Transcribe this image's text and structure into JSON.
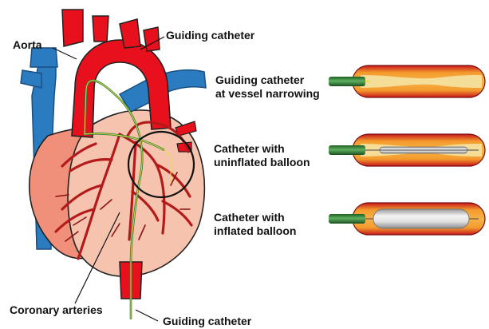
{
  "labels": {
    "aorta": "Aorta",
    "guiding_catheter_top": "Guiding catheter",
    "coronary_arteries": "Coronary arteries",
    "guiding_catheter_bottom": "Guiding catheter"
  },
  "stages": [
    {
      "line1": "Guiding catheter",
      "line2": "at vessel narrowing",
      "balloon": "none"
    },
    {
      "line1": "Catheter with",
      "line2": "uninflated balloon",
      "balloon": "uninflated"
    },
    {
      "line1": "Catheter with",
      "line2": "inflated balloon",
      "balloon": "inflated"
    }
  ],
  "colors": {
    "artery_red": "#e8101c",
    "vein_blue": "#2a7bc0",
    "heart_muscle": "#f0907a",
    "heart_light": "#f6c3ae",
    "coronary": "#b41a1a",
    "catheter_green": "#2e7d32",
    "catheter_wire": "#e9e04a",
    "vessel_wall": "#f29a2e",
    "plaque": "#f5e6a8",
    "balloon": "#e6e6e6"
  }
}
